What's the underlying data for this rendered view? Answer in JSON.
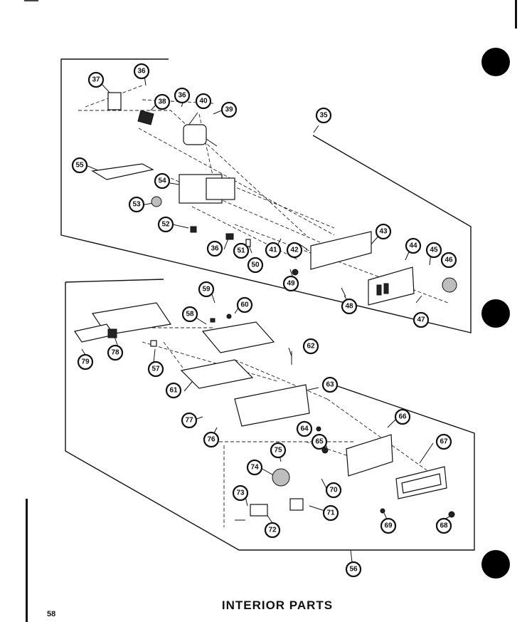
{
  "page": {
    "title": "INTERIOR PARTS",
    "page_number": "58"
  },
  "callouts": [
    "35",
    "36",
    "36",
    "36",
    "37",
    "38",
    "39",
    "40",
    "41",
    "42",
    "43",
    "44",
    "45",
    "46",
    "47",
    "48",
    "49",
    "50",
    "51",
    "52",
    "53",
    "54",
    "55",
    "56",
    "57",
    "58",
    "59",
    "60",
    "61",
    "62",
    "63",
    "64",
    "65",
    "66",
    "67",
    "68",
    "69",
    "70",
    "71",
    "72",
    "73",
    "74",
    "75",
    "76",
    "77",
    "78",
    "79"
  ]
}
